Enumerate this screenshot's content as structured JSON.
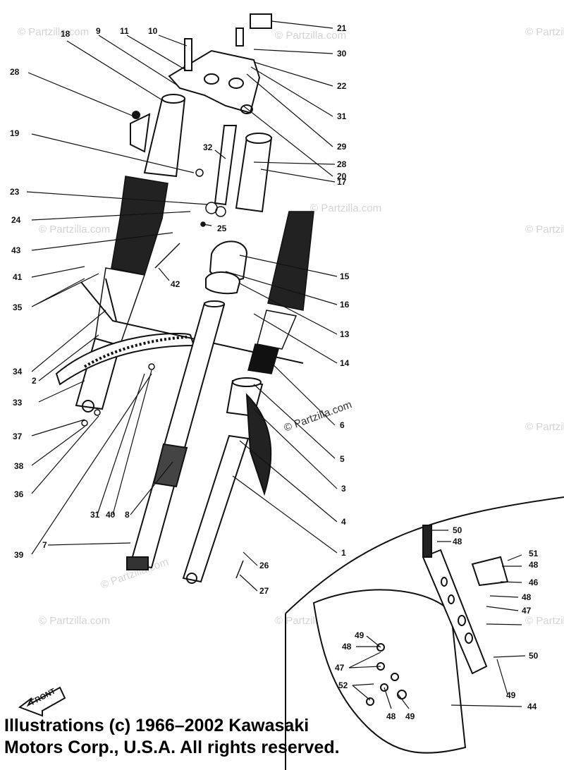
{
  "watermark": "© Partzilla.com",
  "front_label": "FRONT",
  "copyright": {
    "line1": "Illustrations (c) 1966–2002 Kawasaki",
    "line2": "Motors Corp., U.S.A.  All rights reserved."
  },
  "callouts": [
    "21",
    "30",
    "22",
    "31",
    "29",
    "20",
    "28",
    "17",
    "32",
    "18",
    "9",
    "11",
    "10",
    "28",
    "19",
    "23",
    "24",
    "43",
    "41",
    "35",
    "25",
    "42",
    "15",
    "16",
    "13",
    "14",
    "6",
    "5",
    "3",
    "4",
    "1",
    "26",
    "27",
    "34",
    "2",
    "33",
    "37",
    "38",
    "36",
    "39",
    "7",
    "31",
    "40",
    "8",
    "50",
    "48",
    "51",
    "48",
    "46",
    "48",
    "47",
    "49",
    "48",
    "47",
    "52",
    "48",
    "49",
    "44",
    "50",
    "49"
  ]
}
